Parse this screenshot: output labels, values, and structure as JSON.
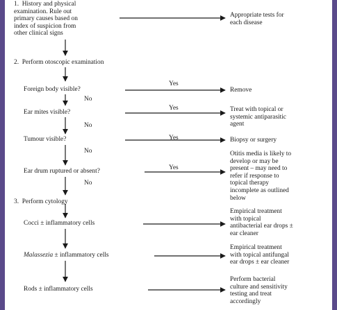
{
  "colors": {
    "frame": "#5a4a8a",
    "panel": "#ffffff",
    "ink": "#1a1a1a"
  },
  "steps": {
    "history": "1.  History and physical\nexamination. Rule out\nprimary causes based on\nindex of suspicion from\nother clinical signs",
    "otoscopic": "2.  Perform otoscopic examination",
    "cytology": "3.  Perform cytology"
  },
  "questions": {
    "foreign_body": "Foreign body visible?",
    "ear_mites": "Ear mites visible?",
    "tumour": "Tumour visible?",
    "ear_drum": "Ear drum ruptured or absent?"
  },
  "findings": {
    "cocci": "Cocci ± inflammatory cells",
    "malassezia_italic": "Malassezia",
    "malassezia_rest": " ± inflammatory cells",
    "rods": "Rods ± inflammatory cells"
  },
  "labels": {
    "yes": "Yes",
    "no": "No"
  },
  "outcomes": {
    "tests": "Appropriate tests for\neach disease",
    "remove": "Remove",
    "antiparasitic": "Treat with topical or\nsystemic antiparasitic\nagent",
    "biopsy": "Biopsy or surgery",
    "otitis": "Otitis media is likely to\ndevelop or may be\npresent – may need to\nrefer if response to\ntopical therapy\nincomplete as outlined\nbelow",
    "antibacterial": "Empirical treatment\nwith topical\nantibacterial ear drops ±\near cleaner",
    "antifungal": "Empirical treatment\nwith topical antifungal\near drops ± ear cleaner",
    "culture": "Perform bacterial\nculture and sensitivity\ntesting and treat\naccordingly"
  }
}
